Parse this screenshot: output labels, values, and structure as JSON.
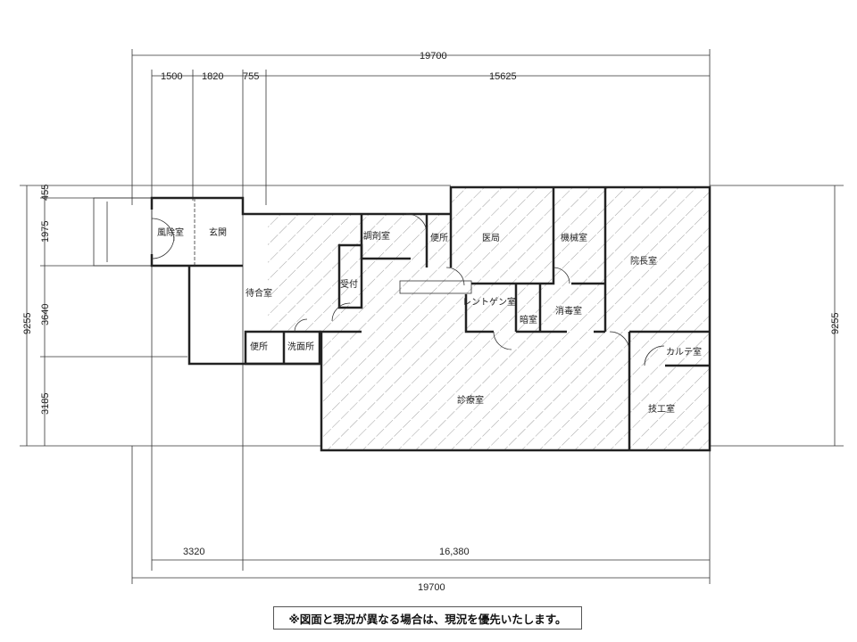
{
  "dimensions": {
    "top_total": "19700",
    "top_segments": [
      "1500",
      "1820",
      "755",
      "15625"
    ],
    "left_total": "9255",
    "left_segments": [
      "455",
      "1975",
      "3640",
      "3185"
    ],
    "right_total": "9255",
    "bottom_segments": [
      "3320",
      "16,380"
    ],
    "bottom_total": "19700"
  },
  "rooms": {
    "windbreak": "風除室",
    "entrance": "玄関",
    "waiting": "待合室",
    "reception": "受付",
    "dispensary": "調剤室",
    "toilet_staff": "便所",
    "medical_office": "医局",
    "machine_room": "機械室",
    "director_room": "院長室",
    "xray_room": "レントゲン室",
    "dark_room": "暗室",
    "sterilization": "消毒室",
    "treatment": "診療室",
    "technician": "技工室",
    "chart_room": "カルテ室",
    "toilet_public": "便所",
    "washroom": "洗面所"
  },
  "note": "※図面と現況が異なる場合は、現況を優先いたします。"
}
